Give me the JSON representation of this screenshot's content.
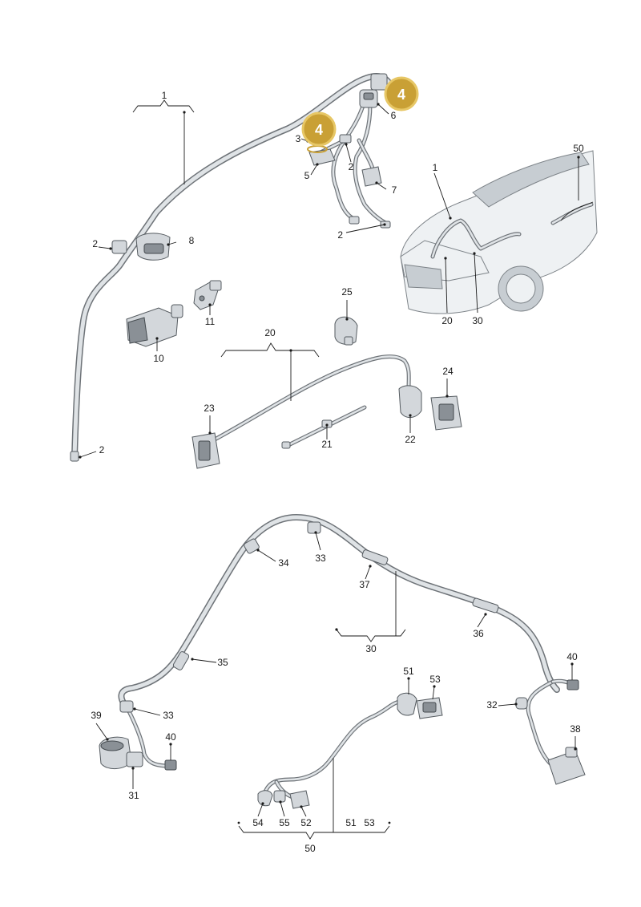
{
  "labels": {
    "p1": "1",
    "p1b": "1",
    "p2a": "2",
    "p2b": "2",
    "p2c": "2",
    "p2d": "2",
    "p3": "3",
    "p5": "5",
    "p6": "6",
    "p7": "7",
    "p8": "8",
    "p10": "10",
    "p11": "11",
    "p20": "20",
    "p20b": "20",
    "p21": "21",
    "p22": "22",
    "p23": "23",
    "p24": "24",
    "p25": "25",
    "p30": "30",
    "p30b": "30",
    "p31": "31",
    "p32": "32",
    "p33a": "33",
    "p33b": "33",
    "p34": "34",
    "p35": "35",
    "p36": "36",
    "p37": "37",
    "p38": "38",
    "p39": "39",
    "p40a": "40",
    "p40b": "40",
    "p50": "50",
    "p50b": "50",
    "p51": "51",
    "p51b": "51",
    "p52": "52",
    "p53": "53",
    "p53b": "53",
    "p54": "54",
    "p55": "55"
  },
  "badges": {
    "badge_a": "4",
    "badge_b": "4"
  },
  "colors": {
    "badge_fill": "#c9a035",
    "badge_ring": "#e7c766",
    "harness": "#6e7378",
    "harness_highlight": "#dfe3e6"
  },
  "icons": {
    "connector_8": "multi-pin-connector-icon",
    "connector_10": "multi-pin-connector-icon",
    "connector_23": "multi-pin-connector-icon",
    "connector_24": "multi-pin-connector-icon",
    "vehicle_overview": "car-front-icon"
  }
}
